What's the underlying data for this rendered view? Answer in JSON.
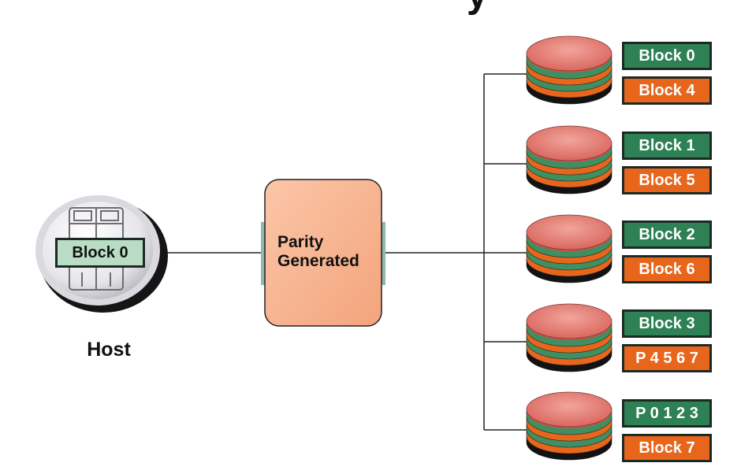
{
  "title_fragment": "y",
  "host": {
    "label": "Host",
    "block_label": "Block 0"
  },
  "controller": {
    "line1": "Parity",
    "line2": "Generated"
  },
  "disks": [
    {
      "blocks": [
        {
          "label": "Block 0",
          "color": "#2e8055"
        },
        {
          "label": "Block 4",
          "color": "#e8661c"
        }
      ]
    },
    {
      "blocks": [
        {
          "label": "Block 1",
          "color": "#2e8055"
        },
        {
          "label": "Block 5",
          "color": "#e8661c"
        }
      ]
    },
    {
      "blocks": [
        {
          "label": "Block 2",
          "color": "#2e8055"
        },
        {
          "label": "Block 6",
          "color": "#e8661c"
        }
      ]
    },
    {
      "blocks": [
        {
          "label": "Block 3",
          "color": "#2e8055"
        },
        {
          "label": "P 4 5 6 7",
          "color": "#e8661c"
        }
      ]
    },
    {
      "blocks": [
        {
          "label": "P 0 1 2 3",
          "color": "#2e8055"
        },
        {
          "label": "Block 7",
          "color": "#e8661c"
        }
      ]
    }
  ],
  "colors": {
    "disk_top": "#e88a80",
    "disk_red": "#c9524a",
    "disk_green": "#3f8f61",
    "disk_orange": "#e8661c",
    "disk_black": "#121212",
    "controller_fill": "#f8b896",
    "host_ring": "#1a1a1a"
  }
}
